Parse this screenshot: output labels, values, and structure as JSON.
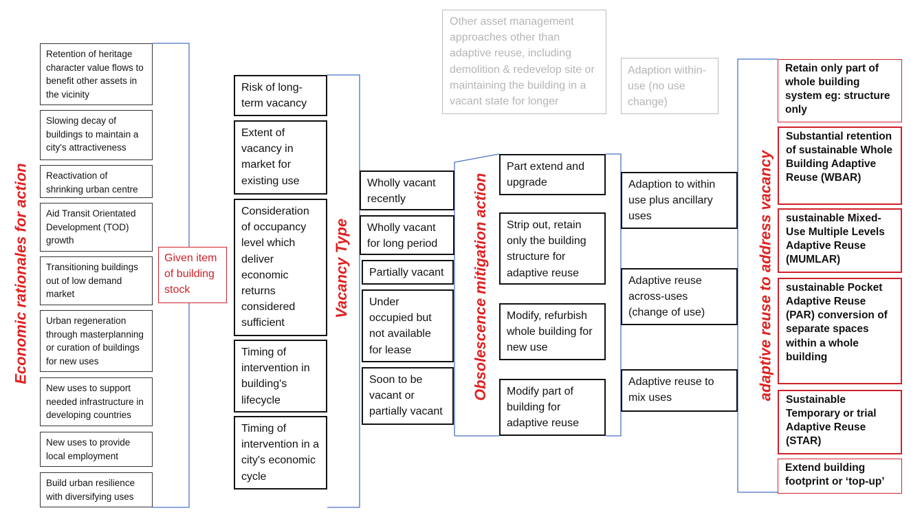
{
  "labels": {
    "economic": "Economic rationales for action",
    "vacancy": "Vacancy Type",
    "obsolescence": "Obsolescence mitigation action",
    "adaptive": "adaptive reuse to address vacancy"
  },
  "rationales": [
    "Retention of heritage character value flows to benefit other assets in the vicinity",
    "Slowing decay of buildings to maintain a city's attractiveness",
    "Reactivation of shrinking urban centre",
    "Aid Transit Orientated Development (TOD) growth",
    "Transitioning buildings out of low demand market",
    "Urban regeneration through masterplanning or curation of buildings for new uses",
    "New uses to support needed infrastructure in developing countries",
    "New uses to provide local employment",
    "Build urban resilience with diversifying uses"
  ],
  "given_item": "Given item of building stock",
  "vacancy_factors": [
    "Risk of long-term vacancy",
    "Extent of vacancy in market for existing use",
    "Consideration of occupancy level which deliver economic returns considered sufficient",
    "Timing of intervention in building's lifecycle",
    "Timing of intervention in a city's economic cycle"
  ],
  "vacancy_types": [
    "Wholly vacant recently",
    "Wholly vacant for long period",
    "Partially vacant",
    "Under occupied but not available for lease",
    "Soon to be vacant or partially vacant"
  ],
  "other_approaches": "Other asset management approaches other than adaptive reuse, including demolition & redevelop site or maintaining the building in a vacant state for longer",
  "adaption_within_use": "Adaption within-use (no use change)",
  "mitigation_actions": [
    "Part extend and upgrade",
    "Strip out, retain only the building structure for adaptive reuse",
    "Modify,  refurbish whole building for new use",
    "Modify part of building for adaptive reuse"
  ],
  "use_changes": [
    "Adaption to within use plus ancillary uses",
    "Adaptive reuse across-uses (change of use)",
    "Adaptive reuse to mix uses"
  ],
  "adaptive_types": [
    "Retain only part of whole building system eg: structure only",
    "Substantial retention of sustainable Whole Building Adaptive Reuse (WBAR)",
    "sustainable Mixed-Use Multiple Levels Adaptive Reuse (MUMLAR)",
    "sustainable Pocket Adaptive Reuse (PAR) conversion of separate spaces within a whole building",
    "Sustainable Temporary or trial Adaptive Reuse (STAR)",
    "Extend building footprint or ‘top-up’"
  ],
  "colors": {
    "accent_red": "#d0202a",
    "connector_blue": "#4a72c4",
    "muted_gray": "#b5b5b5"
  }
}
